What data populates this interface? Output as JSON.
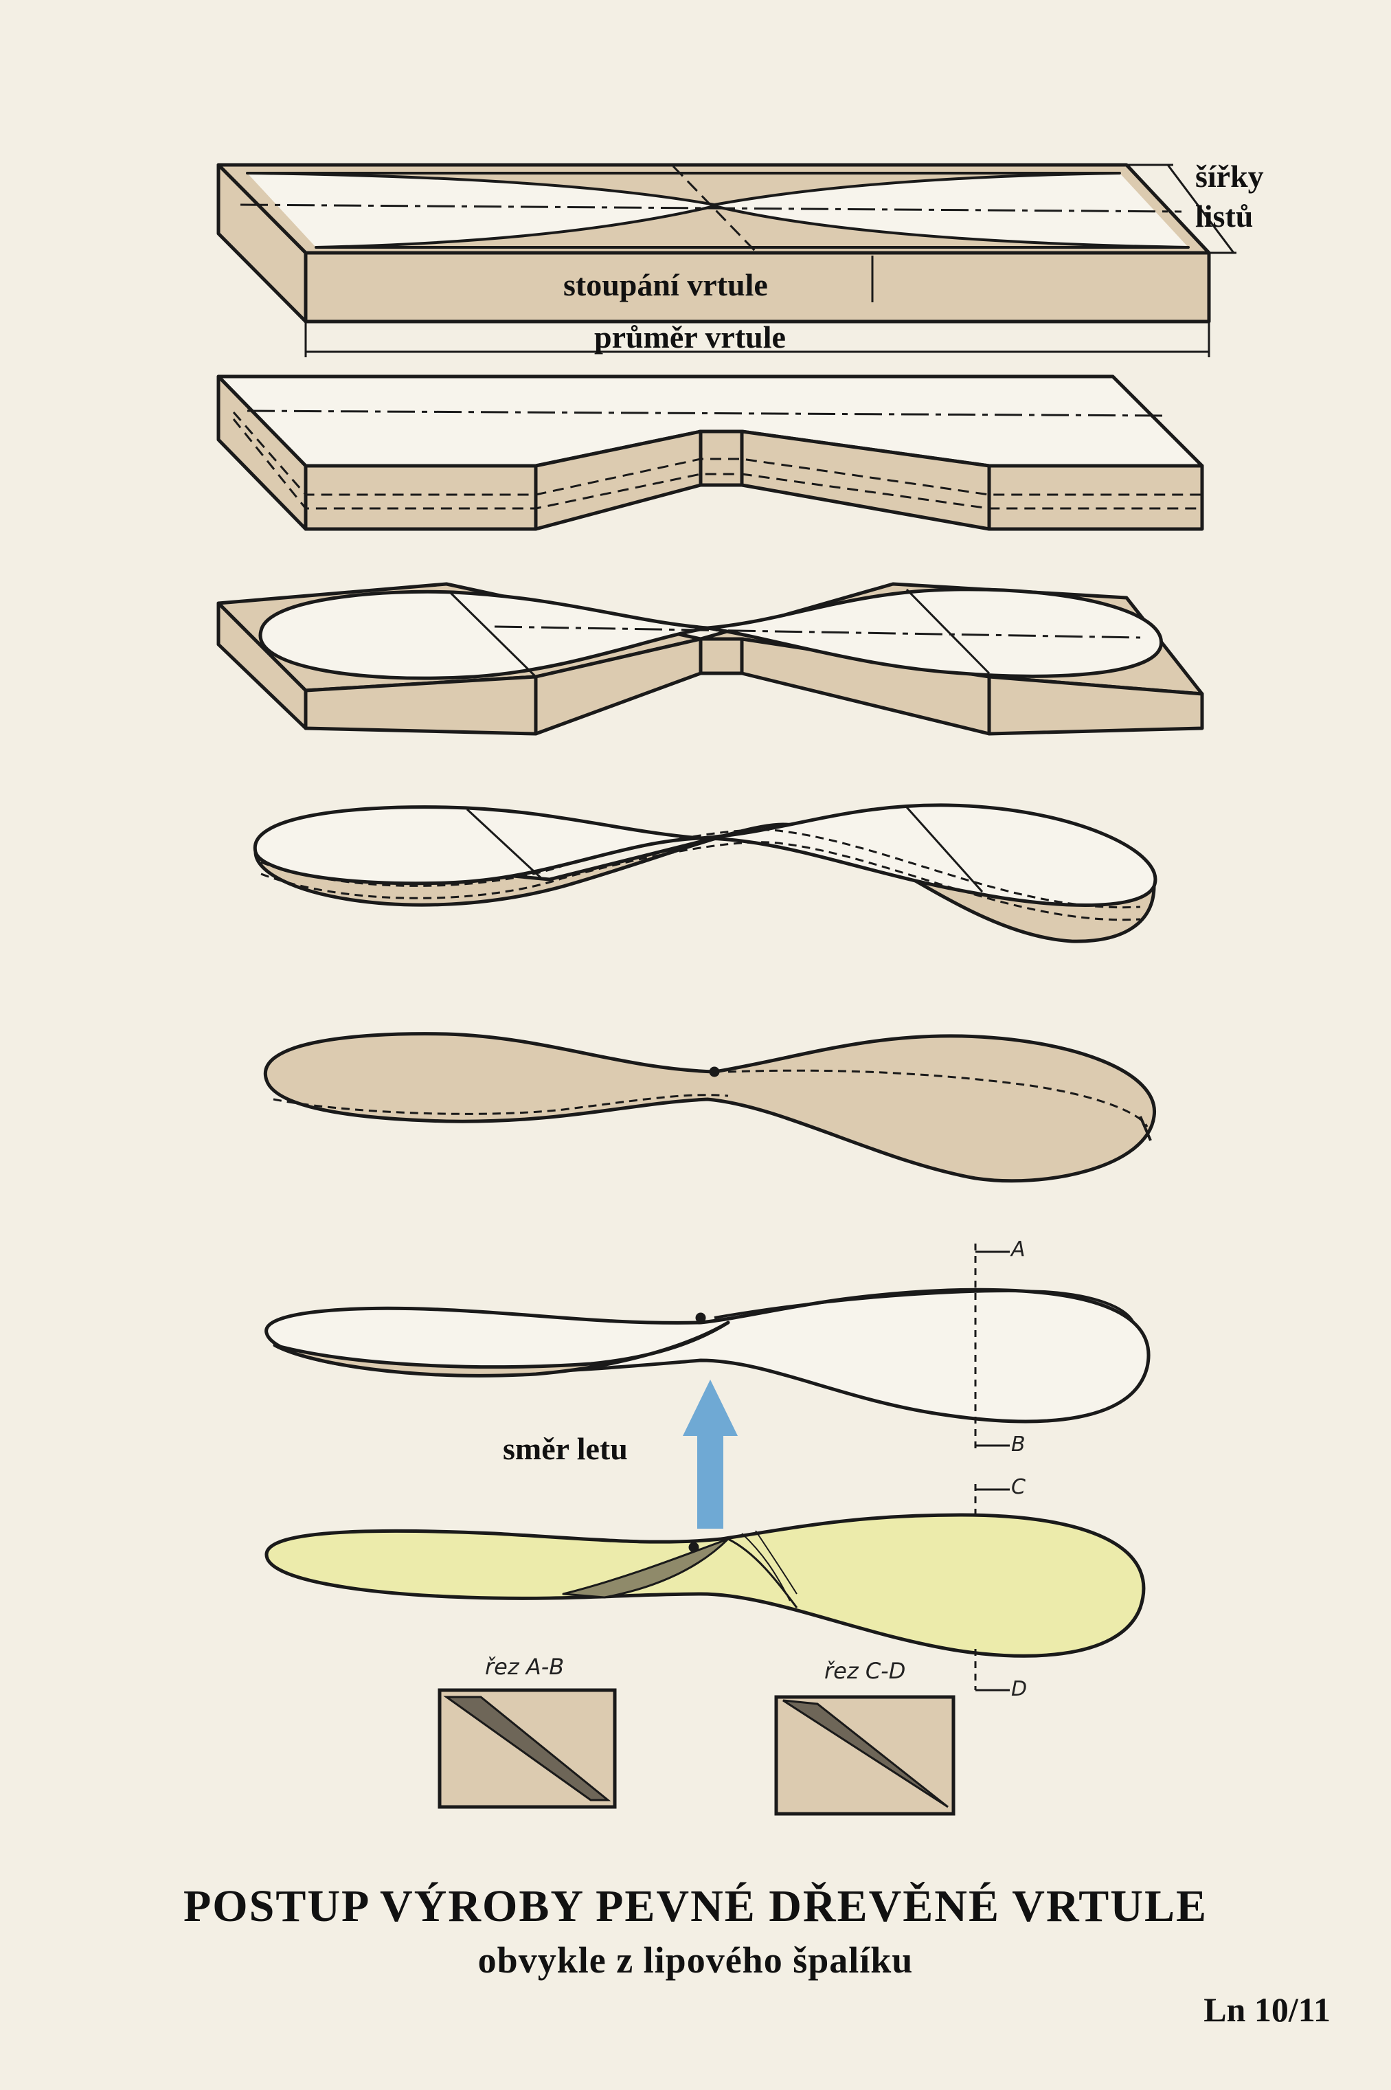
{
  "labels": {
    "blade_widths": "šířky listů",
    "pitch": "stoupání vrtule",
    "diameter": "průměr vrtule",
    "flight_direction": "směr letu"
  },
  "section_marks": {
    "a": "A",
    "b": "B",
    "c": "C",
    "d": "D"
  },
  "cross_sections": {
    "ab": "řez A-B",
    "cd": "řez C-D"
  },
  "footer": {
    "title": "POSTUP VÝROBY PEVNÉ DŘEVĚNÉ VRTULE",
    "subtitle": "obvykle z lipového špalíku",
    "page_code": "Ln 10/11"
  },
  "colors": {
    "paper": "#f3efe4",
    "wood": "#dccbb0",
    "finished_propeller": "#ecebab",
    "arrow": "#6fa9d4",
    "ink": "#1a1a1a"
  }
}
